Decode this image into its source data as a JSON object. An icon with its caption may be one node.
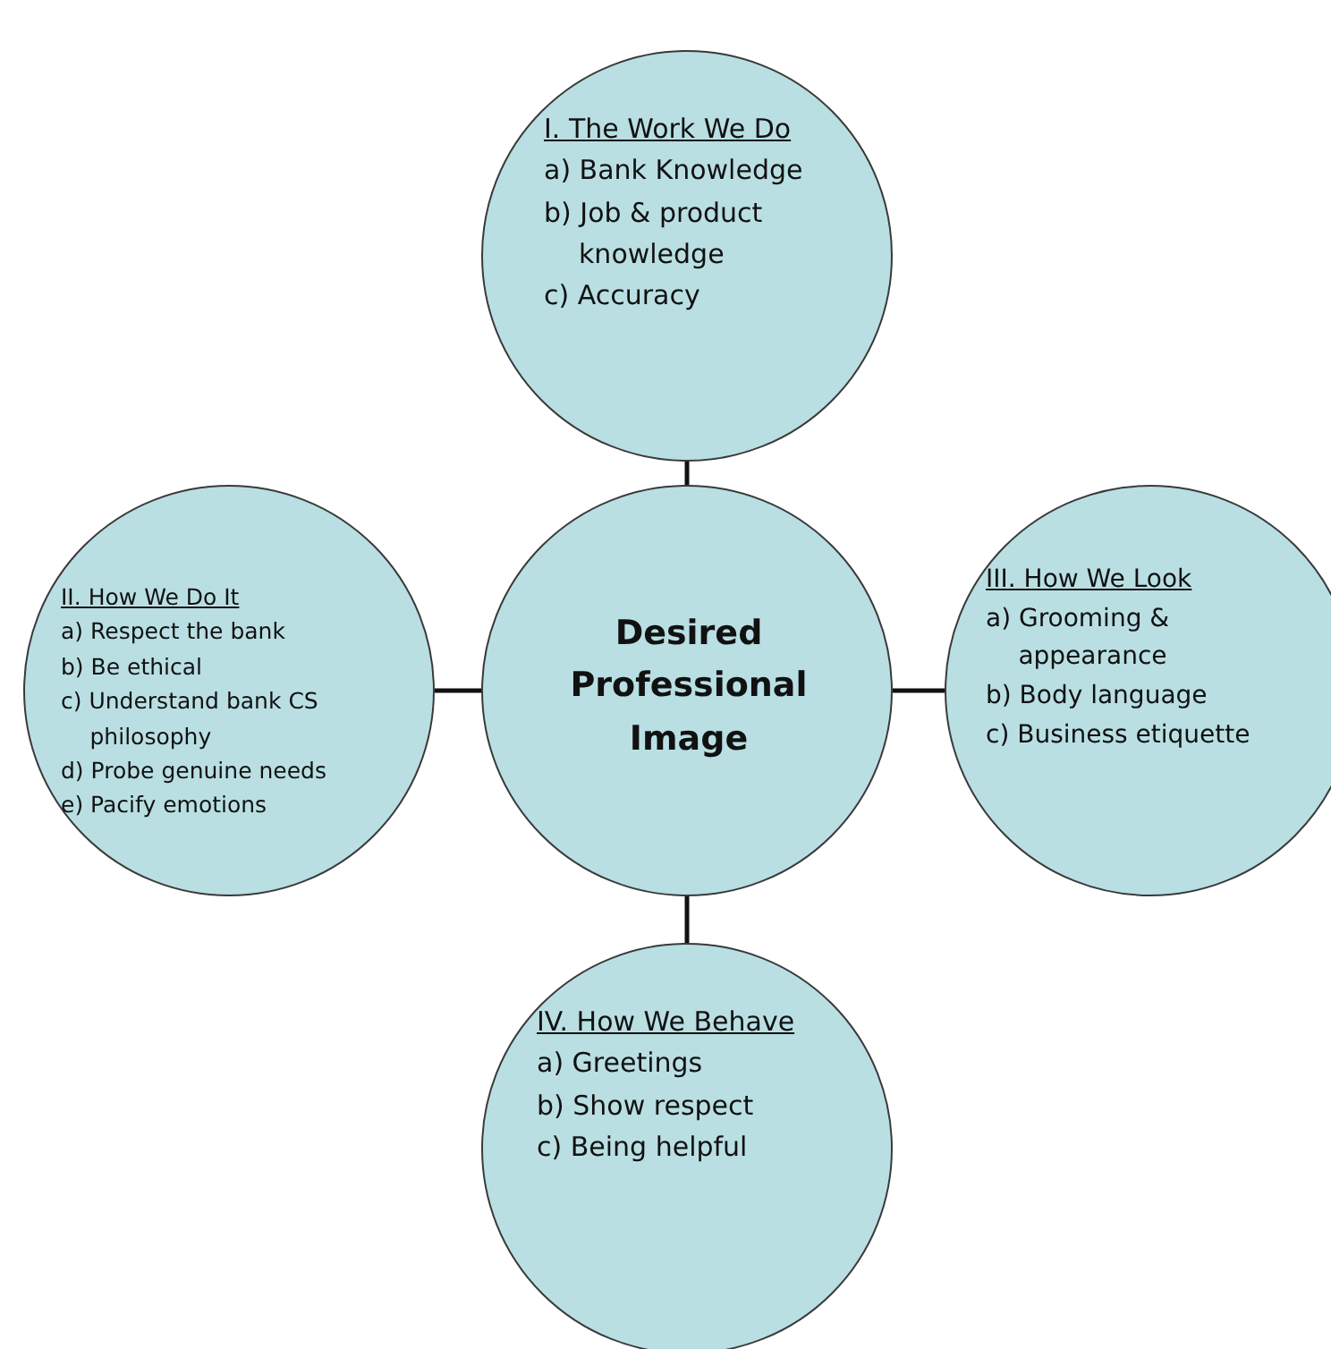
{
  "diagram": {
    "nodes": [
      {
        "text": [
          "Desired Professional Image"
        ]
      },
      {
        "text": [
          "I. The Work We Do",
          "a) Bank Knowledge",
          "b) Job & product knowledge",
          "c) Accuracy"
        ]
      },
      {
        "text": [
          "II. How We Do It",
          "a) Respect the bank",
          "b) Be ethical",
          "c) Understand bank CS philosophy",
          "d) Probe genuine needs",
          "e) Pacify emotions"
        ]
      },
      {
        "text": [
          "III. How We Look",
          "a) Grooming & appearance",
          "b) Body language",
          "c) Business etiquette"
        ]
      },
      {
        "text": [
          "IV. How We Behave",
          "a) Greetings",
          "b) Show respect",
          "c) Being helpful"
        ]
      }
    ],
    "edges": [
      {
        "from": 0,
        "to": 1,
        "arrow": "none"
      },
      {
        "from": 0,
        "to": 2,
        "arrow": "none"
      },
      {
        "from": 0,
        "to": 3,
        "arrow": "none"
      },
      {
        "from": 0,
        "to": 4,
        "arrow": "none"
      }
    ]
  }
}
